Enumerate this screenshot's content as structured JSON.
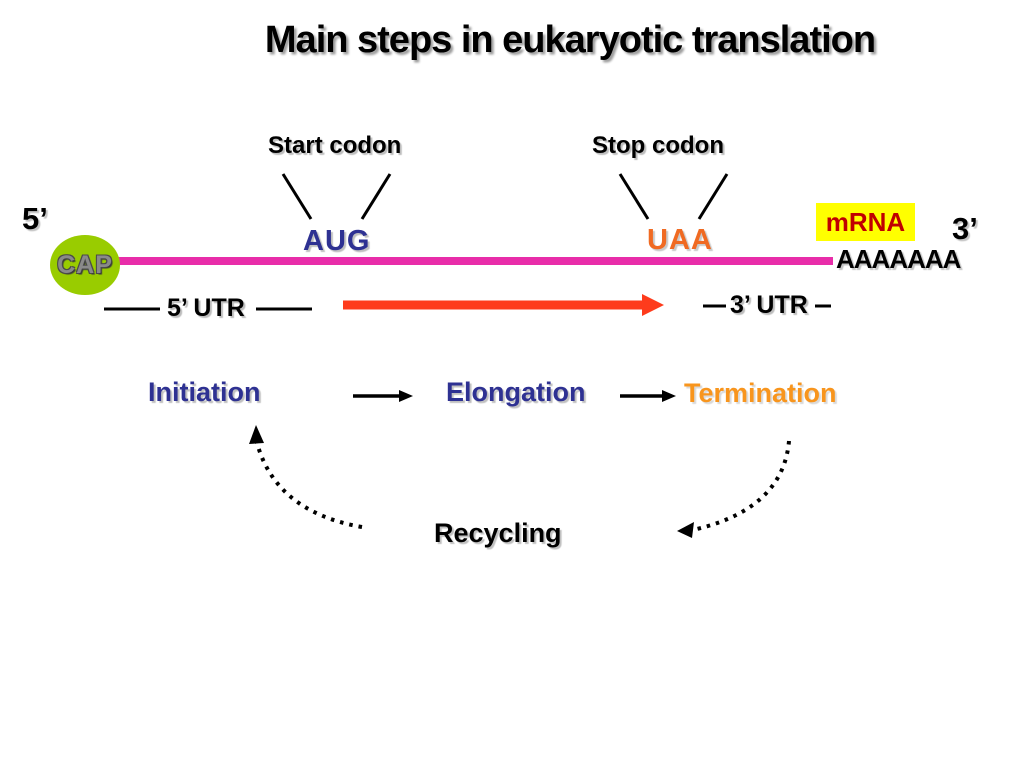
{
  "slide": {
    "title": "Main steps in eukaryotic translation"
  },
  "mrna_diagram": {
    "start_codon_label": "Start codon",
    "stop_codon_label": "Stop codon",
    "five_prime_label": "5’",
    "three_prime_label": "3’",
    "cap_label": "CAP",
    "start_codon": "AUG",
    "stop_codon": "UAA",
    "mrna_tag": "mRNA",
    "poly_a_tail": "AAAAAAA",
    "five_utr_label": "5’ UTR",
    "three_utr_label": "3’ UTR"
  },
  "steps": {
    "initiation": "Initiation",
    "elongation": "Elongation",
    "termination": "Termination",
    "recycling": "Recycling"
  },
  "colors": {
    "mrna_line": "#e82da9",
    "cap_fill": "#99cc00",
    "cap_text": "#8a8a8a",
    "start_codon_blue": "#2e3192",
    "stop_codon_orange": "#f06a22",
    "mrna_tag_bg": "#ffff00",
    "mrna_tag_text": "#c00000",
    "coding_arrow_orange": "#fe3b1c",
    "step_blue": "#2e3192",
    "termination_orange": "#f8951d",
    "line_black": "#000000"
  }
}
